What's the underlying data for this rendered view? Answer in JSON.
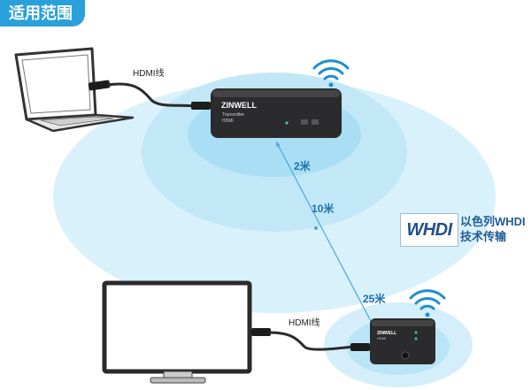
{
  "title": "适用范围",
  "labels": {
    "cable_top": "HDMI线",
    "cable_bottom": "HDMI线",
    "dist_2m": "2米",
    "dist_10m": "10米",
    "dist_25m": "25米"
  },
  "transmitter": {
    "brand": "ZINWELL",
    "model": "Transmitter",
    "tag": "HDMI"
  },
  "receiver": {
    "brand": "ZINWELL",
    "tag": "HDMI"
  },
  "whdi": {
    "logo": "WHDI",
    "line1": "以色列WHDI",
    "line2": "技术传输"
  },
  "colors": {
    "tag_bg": "#2aa1db",
    "coverage": "#bfe6f7",
    "label_blue": "#1a6fb0"
  }
}
